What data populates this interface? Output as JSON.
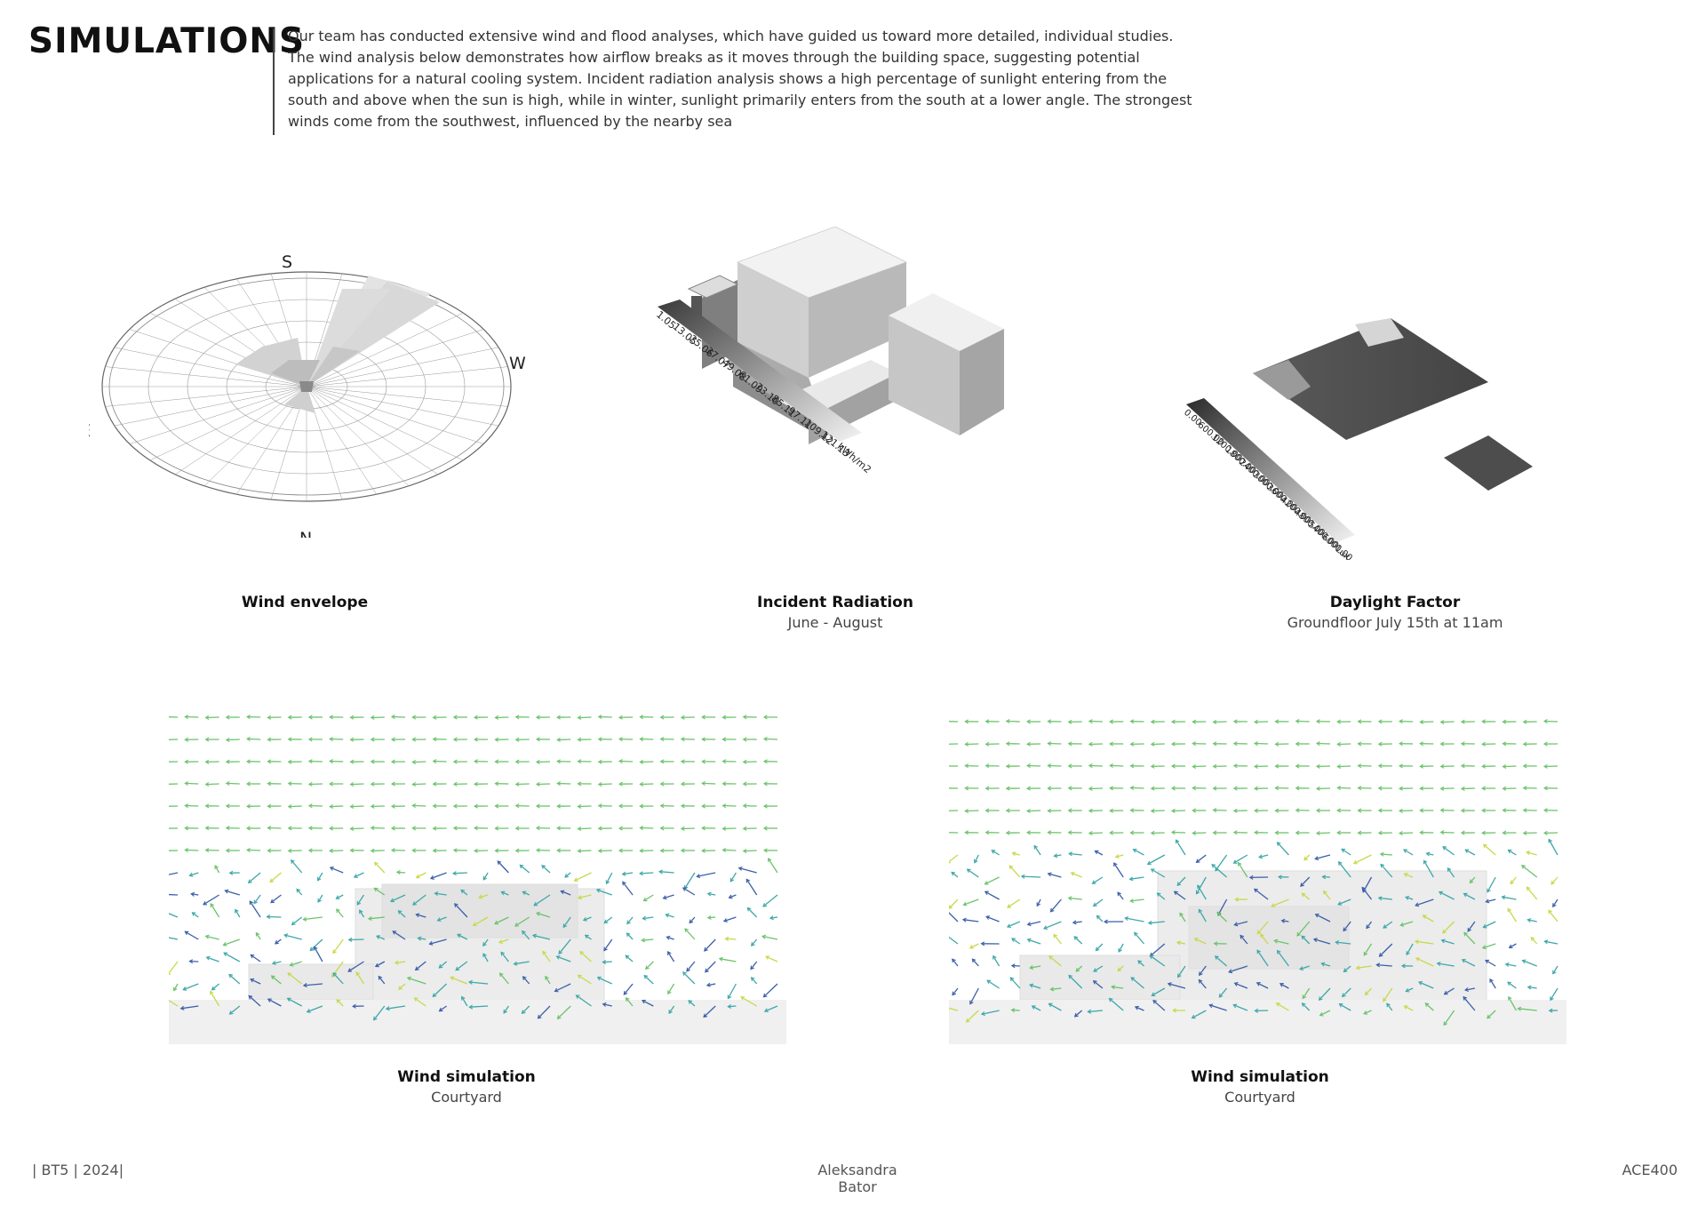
{
  "header": {
    "title": "SIMULATIONS",
    "intro": "Our team has conducted extensive wind and flood analyses, which have guided us toward more detailed, individual studies. The wind analysis below demonstrates how airflow breaks as it moves through the building space, suggesting potential applications for a natural cooling system. Incident radiation analysis shows a high percentage of sunlight entering from the south and above when the sun is high, while in winter, sunlight primarily enters from the south at a lower angle. The strongest winds come from the southwest, influenced by the nearby sea"
  },
  "wind_envelope": {
    "compass": {
      "south": "S",
      "west": "W",
      "east": "E",
      "north": "N"
    },
    "caption_title": "Wind envelope"
  },
  "incident_radiation": {
    "legend_values": [
      "1.05",
      "13.05",
      "25.06",
      "37.07",
      "49.08",
      "61.09",
      "73.10",
      "85.11",
      "97.11",
      "109.12",
      "121.13"
    ],
    "legend_unit": "kWh/m2",
    "caption_title": "Incident Radiation",
    "caption_sub": "June - August"
  },
  "daylight_factor": {
    "legend_values": [
      "0.00",
      "600.00",
      "1200.00",
      "1800.00",
      "2400.00",
      "3000.00",
      "3600.00",
      "4200.00",
      "4800.00",
      "5400.00",
      "6000.00"
    ],
    "legend_unit": "Lux",
    "caption_title": "Daylight Factor",
    "caption_sub": "Groundfloor July 15th at 11am"
  },
  "wind_sim_left": {
    "caption_title": "Wind simulation",
    "caption_sub": "Courtyard"
  },
  "wind_sim_right": {
    "caption_title": "Wind simulation",
    "caption_sub": "Courtyard"
  },
  "colors": {
    "arrow_green": "#6cc36a",
    "arrow_teal": "#3fa7a8",
    "arrow_blue": "#3b5fa8",
    "arrow_yellow": "#c9d84a"
  },
  "footer": {
    "left": "| BT5 | 2024|",
    "center": "Aleksandra Bator",
    "right": "ACE400"
  }
}
